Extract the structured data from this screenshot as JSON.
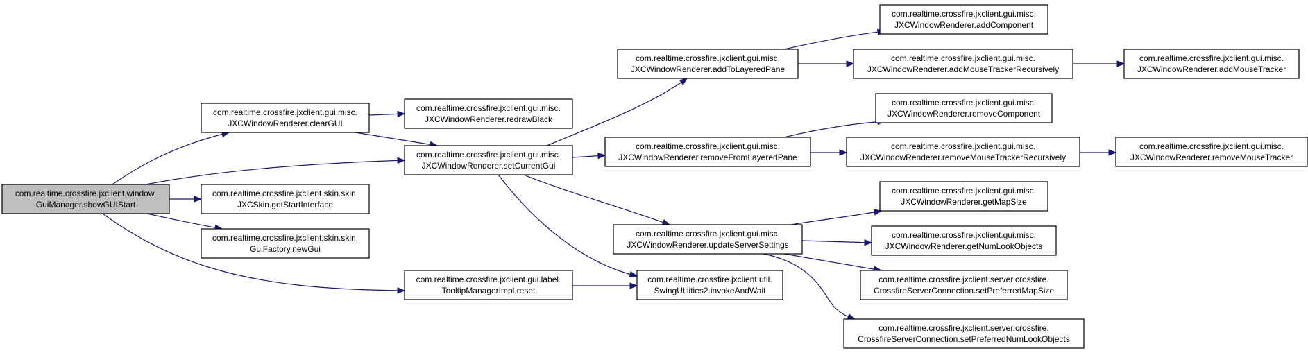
{
  "title": "",
  "colors": {
    "edge": "#191970",
    "root_fill": "#bfbfbf",
    "node_fill": "#ffffff",
    "node_border": "#000000"
  },
  "nodes": [
    {
      "id": "showGUIStart",
      "line1": "com.realtime.crossfire.jxclient.window.",
      "line2": "GuiManager.showGUIStart",
      "root": true
    },
    {
      "id": "clearGUI",
      "line1": "com.realtime.crossfire.jxclient.gui.misc.",
      "line2": "JXCWindowRenderer.clearGUI"
    },
    {
      "id": "redrawBlack",
      "line1": "com.realtime.crossfire.jxclient.gui.misc.",
      "line2": "JXCWindowRenderer.redrawBlack"
    },
    {
      "id": "setCurrentGui",
      "line1": "com.realtime.crossfire.jxclient.gui.misc.",
      "line2": "JXCWindowRenderer.setCurrentGui"
    },
    {
      "id": "getStartInterface",
      "line1": "com.realtime.crossfire.jxclient.skin.skin.",
      "line2": "JXCSkin.getStartInterface"
    },
    {
      "id": "newGui",
      "line1": "com.realtime.crossfire.jxclient.skin.skin.",
      "line2": "GuiFactory.newGui"
    },
    {
      "id": "tooltipReset",
      "line1": "com.realtime.crossfire.jxclient.gui.label.",
      "line2": "TooltipManagerImpl.reset"
    },
    {
      "id": "addToLayeredPane",
      "line1": "com.realtime.crossfire.jxclient.gui.misc.",
      "line2": "JXCWindowRenderer.addToLayeredPane"
    },
    {
      "id": "removeFromLayeredPane",
      "line1": "com.realtime.crossfire.jxclient.gui.misc.",
      "line2": "JXCWindowRenderer.removeFromLayeredPane"
    },
    {
      "id": "updateServerSettings",
      "line1": "com.realtime.crossfire.jxclient.gui.misc.",
      "line2": "JXCWindowRenderer.updateServerSettings"
    },
    {
      "id": "invokeAndWait",
      "line1": "com.realtime.crossfire.jxclient.util.",
      "line2": "SwingUtilities2.invokeAndWait"
    },
    {
      "id": "addComponent",
      "line1": "com.realtime.crossfire.jxclient.gui.misc.",
      "line2": "JXCWindowRenderer.addComponent"
    },
    {
      "id": "addMouseTrackerRecursively",
      "line1": "com.realtime.crossfire.jxclient.gui.misc.",
      "line2": "JXCWindowRenderer.addMouseTrackerRecursively"
    },
    {
      "id": "addMouseTracker",
      "line1": "com.realtime.crossfire.jxclient.gui.misc.",
      "line2": "JXCWindowRenderer.addMouseTracker"
    },
    {
      "id": "removeComponent",
      "line1": "com.realtime.crossfire.jxclient.gui.misc.",
      "line2": "JXCWindowRenderer.removeComponent"
    },
    {
      "id": "removeMouseTrackerRecursively",
      "line1": "com.realtime.crossfire.jxclient.gui.misc.",
      "line2": "JXCWindowRenderer.removeMouseTrackerRecursively"
    },
    {
      "id": "removeMouseTracker",
      "line1": "com.realtime.crossfire.jxclient.gui.misc.",
      "line2": "JXCWindowRenderer.removeMouseTracker"
    },
    {
      "id": "getMapSize",
      "line1": "com.realtime.crossfire.jxclient.gui.misc.",
      "line2": "JXCWindowRenderer.getMapSize"
    },
    {
      "id": "getNumLookObjects",
      "line1": "com.realtime.crossfire.jxclient.gui.misc.",
      "line2": "JXCWindowRenderer.getNumLookObjects"
    },
    {
      "id": "setPreferredMapSize",
      "line1": "com.realtime.crossfire.jxclient.server.crossfire.",
      "line2": "CrossfireServerConnection.setPreferredMapSize"
    },
    {
      "id": "setPreferredNumLookObjects",
      "line1": "com.realtime.crossfire.jxclient.server.crossfire.",
      "line2": "CrossfireServerConnection.setPreferredNumLookObjects"
    }
  ],
  "edges": [
    {
      "from": "showGUIStart",
      "to": "clearGUI"
    },
    {
      "from": "showGUIStart",
      "to": "setCurrentGui"
    },
    {
      "from": "showGUIStart",
      "to": "getStartInterface"
    },
    {
      "from": "showGUIStart",
      "to": "newGui"
    },
    {
      "from": "showGUIStart",
      "to": "tooltipReset"
    },
    {
      "from": "clearGUI",
      "to": "redrawBlack"
    },
    {
      "from": "clearGUI",
      "to": "setCurrentGui"
    },
    {
      "from": "setCurrentGui",
      "to": "addToLayeredPane"
    },
    {
      "from": "setCurrentGui",
      "to": "removeFromLayeredPane"
    },
    {
      "from": "setCurrentGui",
      "to": "updateServerSettings"
    },
    {
      "from": "setCurrentGui",
      "to": "invokeAndWait"
    },
    {
      "from": "tooltipReset",
      "to": "invokeAndWait"
    },
    {
      "from": "addToLayeredPane",
      "to": "addComponent"
    },
    {
      "from": "addToLayeredPane",
      "to": "addMouseTrackerRecursively"
    },
    {
      "from": "addMouseTrackerRecursively",
      "to": "addMouseTracker"
    },
    {
      "from": "removeFromLayeredPane",
      "to": "removeComponent"
    },
    {
      "from": "removeFromLayeredPane",
      "to": "removeMouseTrackerRecursively"
    },
    {
      "from": "removeMouseTrackerRecursively",
      "to": "removeMouseTracker"
    },
    {
      "from": "updateServerSettings",
      "to": "getMapSize"
    },
    {
      "from": "updateServerSettings",
      "to": "getNumLookObjects"
    },
    {
      "from": "updateServerSettings",
      "to": "setPreferredMapSize"
    },
    {
      "from": "updateServerSettings",
      "to": "setPreferredNumLookObjects"
    }
  ]
}
